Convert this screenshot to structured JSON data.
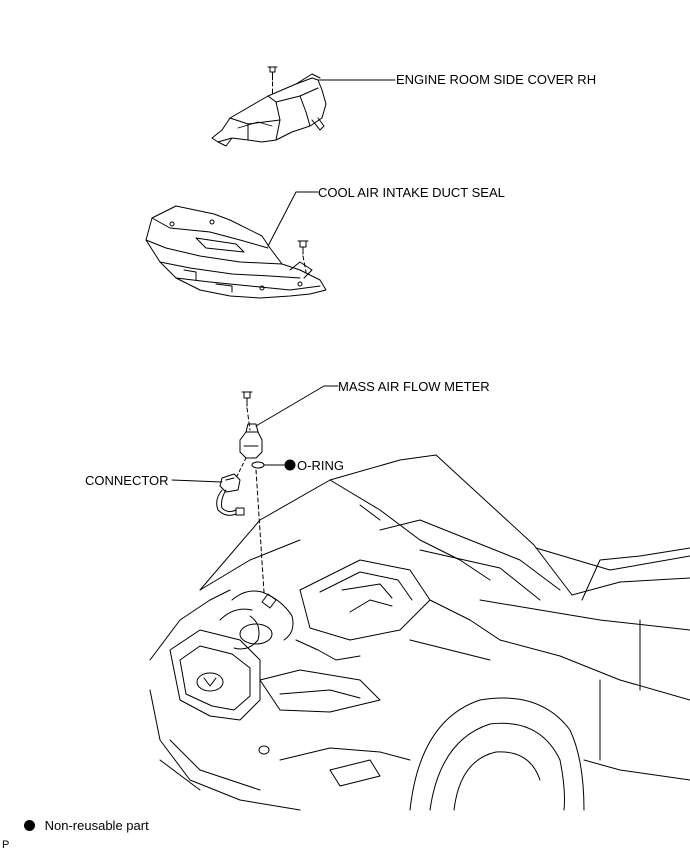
{
  "labels": {
    "engine_room_side_cover": "ENGINE ROOM SIDE COVER RH",
    "cool_air_intake_duct_seal": "COOL AIR INTAKE DUCT SEAL",
    "mass_air_flow_meter": "MASS AIR FLOW METER",
    "o_ring": "O-RING",
    "connector": "CONNECTOR"
  },
  "legend": {
    "non_reusable_label": "Non-reusable part"
  },
  "corner_mark": "P"
}
